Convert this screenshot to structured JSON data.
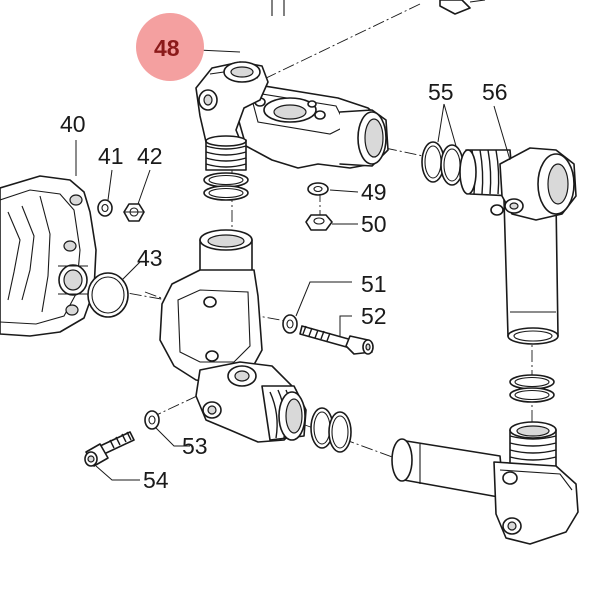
{
  "highlight": {
    "label": "48",
    "circle_color": "#f4a0a0",
    "text_color": "#8b1a1a"
  },
  "labels": {
    "l40": "40",
    "l41": "41",
    "l42": "42",
    "l43": "43",
    "l49": "49",
    "l50": "50",
    "l51": "51",
    "l52": "52",
    "l53": "53",
    "l54": "54",
    "l55": "55",
    "l56": "56"
  },
  "colors": {
    "line": "#1a1a1a",
    "background": "#ffffff"
  }
}
